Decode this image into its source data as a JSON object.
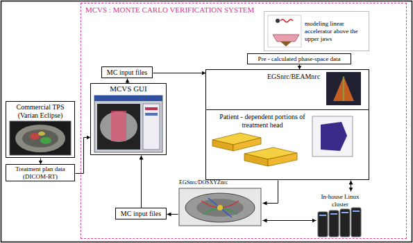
{
  "diagram": {
    "nodes": [
      {
        "text": [
          "MCVS : MONTE CARLO VERIFICATION SYSTEM"
        ]
      },
      {
        "text": [
          "Commercial TPS (Varian Eclipse)"
        ]
      },
      {
        "text": [
          "Treatment plan data (DICOM-RT)"
        ]
      },
      {
        "text": [
          "MC input files"
        ],
        "in": 0
      },
      {
        "text": [
          "MCVS GUI"
        ],
        "in": 0
      },
      {
        "text": [
          "modeling linear accelerator above the upper jaws"
        ],
        "in": 0
      },
      {
        "text": [
          "Pre - calculated phase-space data"
        ],
        "in": 0
      },
      {
        "text": [
          "EGSnrc/BEAMnrc",
          "Patient - dependent portions of treatment head"
        ],
        "in": 0
      },
      {
        "text": [
          "EGSnrc/DOSXYZnrc"
        ],
        "in": 0
      },
      {
        "text": [
          "MC input files"
        ],
        "in": 0
      },
      {
        "text": [
          "In-house Linux cluster"
        ],
        "in": 0
      }
    ],
    "edges": [
      {
        "from": 1,
        "to": 2,
        "arrow": "to"
      },
      {
        "from": 2,
        "to": 4,
        "arrow": "to"
      },
      {
        "from": 4,
        "to": 3,
        "arrow": "to"
      },
      {
        "from": 3,
        "to": 7,
        "arrow": "to"
      },
      {
        "from": 6,
        "to": 7,
        "arrow": "to"
      },
      {
        "from": 7,
        "to": 10,
        "arrow": "both"
      },
      {
        "from": 7,
        "to": 8,
        "arrow": "to"
      },
      {
        "from": 8,
        "to": 9,
        "arrow": "to"
      },
      {
        "from": 9,
        "to": 4,
        "arrow": "to"
      },
      {
        "from": 8,
        "to": 10,
        "arrow": "both"
      }
    ]
  }
}
